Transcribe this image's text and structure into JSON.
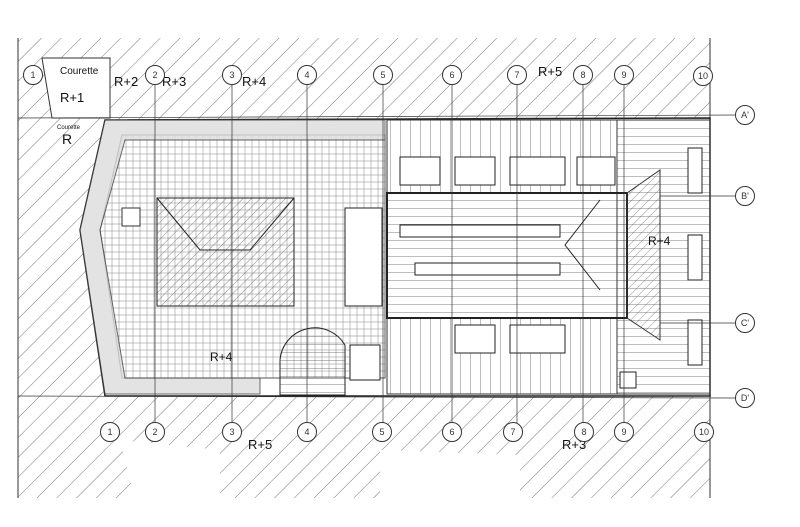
{
  "plan": {
    "courette_top": {
      "title": "Courette",
      "level": "R+1"
    },
    "courette_left": {
      "title": "Courette",
      "level": "R"
    },
    "levels": {
      "top_r2": "R+2",
      "top_r3": "R+3",
      "top_r4": "R+4",
      "top_r5": "R+5",
      "terrace": "R+4",
      "right_wing": "R+4",
      "bottom_r5": "R+5",
      "bottom_r3": "R+3"
    },
    "grid_top": [
      "1",
      "2",
      "3",
      "4",
      "5",
      "6",
      "7",
      "8",
      "9",
      "10"
    ],
    "grid_bottom": [
      "1",
      "2",
      "3",
      "4",
      "5",
      "6",
      "7",
      "8",
      "9",
      "10"
    ],
    "grid_right": [
      "A'",
      "B'",
      "C'",
      "D'"
    ]
  }
}
